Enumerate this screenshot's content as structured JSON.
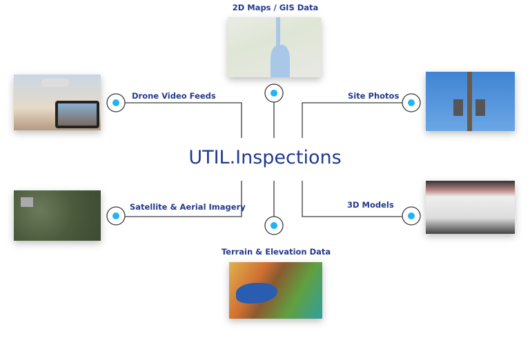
{
  "center_title": "UTIL.Inspections",
  "nodes": {
    "maps": {
      "label": "2D Maps / GIS Data"
    },
    "drone": {
      "label": "Drone Video Feeds"
    },
    "site": {
      "label": "Site Photos"
    },
    "satellite": {
      "label": "Satellite & Aerial Imagery"
    },
    "models": {
      "label": "3D Models"
    },
    "terrain": {
      "label": "Terrain & Elevation Data"
    }
  },
  "colors": {
    "accent": "#1fb4f5",
    "text": "#233a8c",
    "line": "#333333"
  }
}
